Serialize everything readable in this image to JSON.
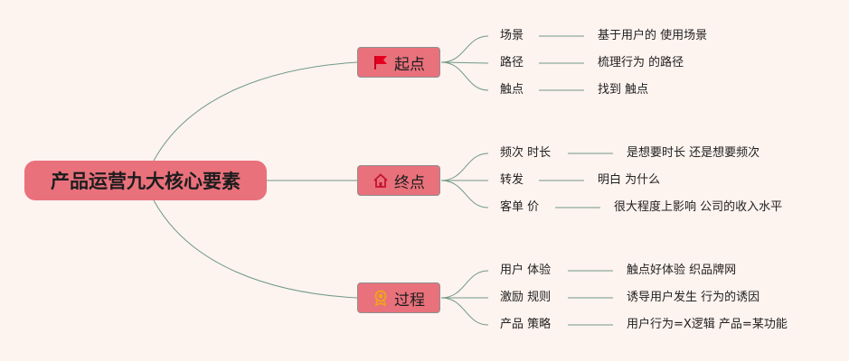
{
  "root": {
    "label": "产品运营九大核心要素"
  },
  "branches": [
    {
      "label": "起点",
      "icon": "flag-icon",
      "items": [
        {
          "topic": "场景",
          "detail": "基于用户的 使用场景"
        },
        {
          "topic": "路径",
          "detail": "梳理行为 的路径"
        },
        {
          "topic": "触点",
          "detail": "找到 触点"
        }
      ]
    },
    {
      "label": "终点",
      "icon": "home-icon",
      "items": [
        {
          "topic": "频次 时长",
          "detail": "是想要时长 还是想要频次"
        },
        {
          "topic": "转发",
          "detail": "明白 为什么"
        },
        {
          "topic": "客单 价",
          "detail": "很大程度上影响 公司的收入水平"
        }
      ]
    },
    {
      "label": "过程",
      "icon": "badge-icon",
      "items": [
        {
          "topic": "用户 体验",
          "detail": "触点好体验 织品牌网"
        },
        {
          "topic": "激励 规则",
          "detail": "诱导用户发生 行为的诱因"
        },
        {
          "topic": "产品 策略",
          "detail": "用户行为=X逻辑 产品=某功能"
        }
      ]
    }
  ],
  "colors": {
    "node_fill": "#e9717c",
    "line": "#6f9a86",
    "background": "#fdf3ef"
  }
}
